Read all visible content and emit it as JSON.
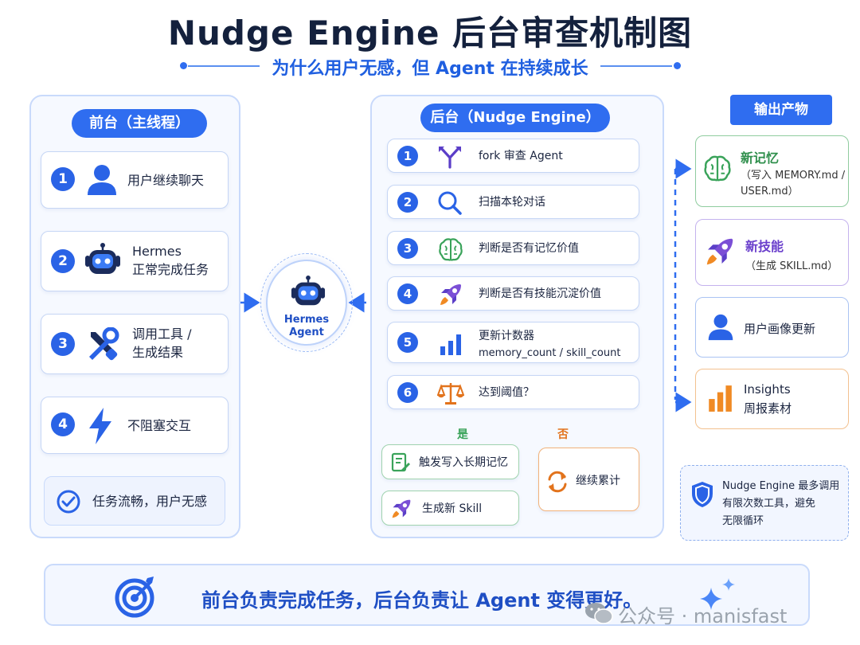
{
  "title": "Nudge Engine 后台审查机制图",
  "subtitle": "为什么用户无感，但 Agent 在持续成长",
  "front": {
    "header": "前台（主线程）",
    "steps": [
      {
        "num": "1",
        "line1": "用户继续聊天",
        "line2": ""
      },
      {
        "num": "2",
        "line1": "Hermes",
        "line2": "正常完成任务"
      },
      {
        "num": "3",
        "line1": "调用工具 /",
        "line2": "生成结果"
      },
      {
        "num": "4",
        "line1": "不阻塞交互",
        "line2": ""
      }
    ],
    "footer": "任务流畅，用户无感"
  },
  "agent": {
    "line1": "Hermes",
    "line2": "Agent"
  },
  "back": {
    "header": "后台（Nudge Engine）",
    "steps": [
      {
        "num": "1",
        "line1": "fork 审查 Agent",
        "line2": ""
      },
      {
        "num": "2",
        "line1": "扫描本轮对话",
        "line2": ""
      },
      {
        "num": "3",
        "line1": "判断是否有记忆价值",
        "line2": ""
      },
      {
        "num": "4",
        "line1": "判断是否有技能沉淀价值",
        "line2": ""
      },
      {
        "num": "5",
        "line1": "更新计数器",
        "line2": "memory_count / skill_count"
      },
      {
        "num": "6",
        "line1": "达到阈值？",
        "line2": ""
      }
    ],
    "yes_label": "是",
    "no_label": "否",
    "yes_actions": [
      "触发写入长期记忆",
      "生成新 Skill"
    ],
    "no_action": "继续累计"
  },
  "outputs": {
    "header": "输出产物",
    "items": [
      {
        "title": "新记忆",
        "desc1": "（写入 MEMORY.md /",
        "desc2": "USER.md）"
      },
      {
        "title": "新技能",
        "desc1": "（生成 SKILL.md）",
        "desc2": ""
      },
      {
        "title": "用户画像更新",
        "desc1": "",
        "desc2": ""
      },
      {
        "title": "Insights",
        "desc1": "周报素材",
        "desc2": ""
      }
    ],
    "note": [
      "Nudge Engine 最多调用",
      "有限次数工具，避免",
      "无限循环"
    ]
  },
  "bottom": "前台负责完成任务，后台负责让 Agent 变得更好。",
  "watermark": "公众号 · manisfast",
  "colors": {
    "accent": "#2f6df0",
    "memory": "#3aa35a",
    "skill": "#7b4fd6",
    "profile": "#2a63e6",
    "insights": "#f08a24"
  }
}
